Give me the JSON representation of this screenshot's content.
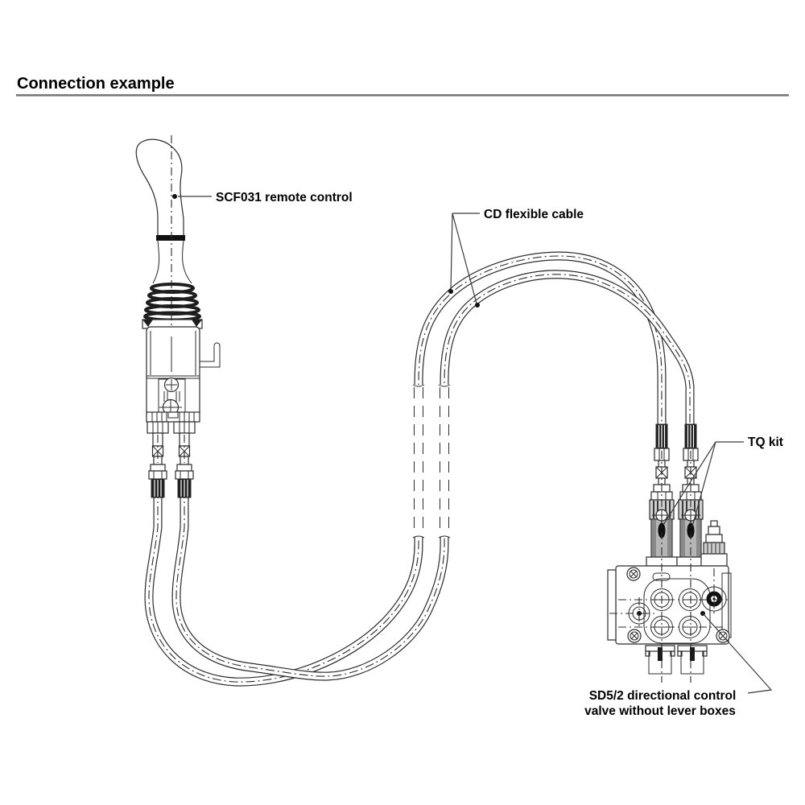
{
  "title": "Connection example",
  "labels": {
    "remote_control": "SCF031 remote control",
    "flexible_cable": "CD flexible cable",
    "tq_kit": "TQ kit",
    "valve_line1": "SD5/2 directional control",
    "valve_line2": "valve without lever boxes"
  },
  "components": {
    "joystick": "SCF031 remote control lever",
    "cables": "two CD flexible cables",
    "tq_kit": "TQ kit cable end fittings",
    "valve": "SD5/2 directional control valve without lever boxes"
  },
  "colors": {
    "background": "#ffffff",
    "line": "#2b2b2b",
    "text": "#000000",
    "title_rule": "#787878",
    "metal_light": "#cfcfcf",
    "metal_mid": "#b5b5b5",
    "metal_dark": "#8a8a8a",
    "hatch_dark": "#1f1f1f"
  }
}
